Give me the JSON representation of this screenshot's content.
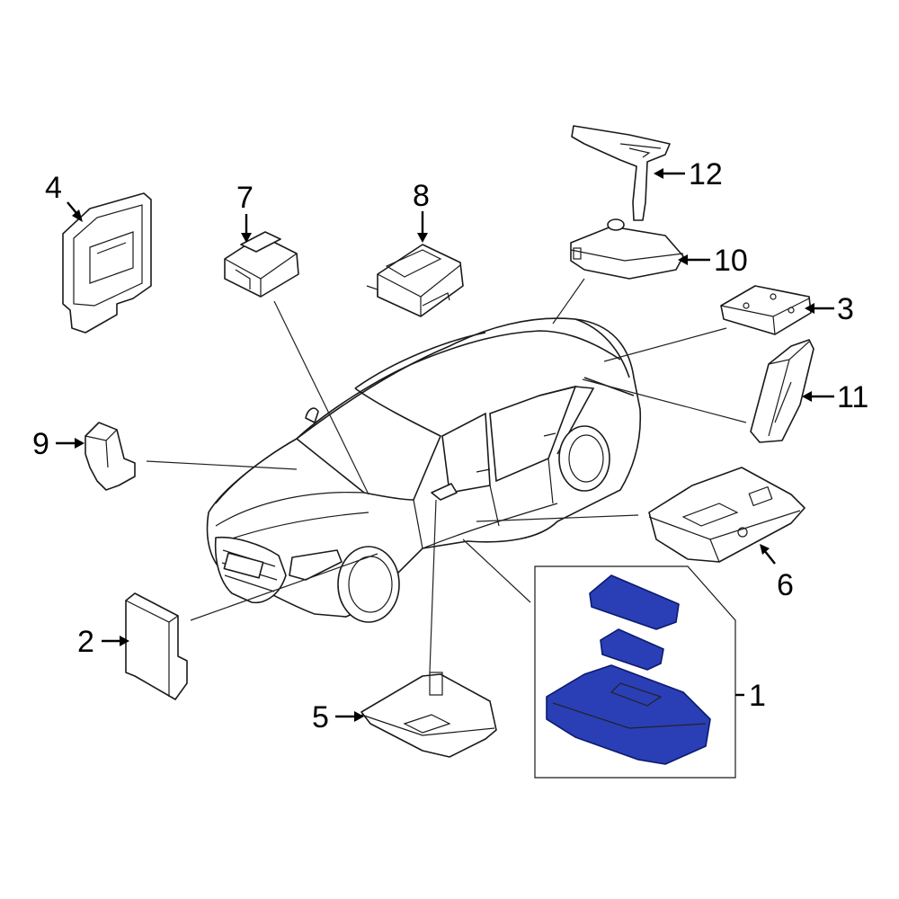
{
  "diagram": {
    "colors": {
      "line": "#1a1a1a",
      "highlight_fill": "#2a3fb5",
      "highlight_stroke": "#0b1a6e",
      "background": "#ffffff"
    },
    "callouts": {
      "c1": "1",
      "c2": "2",
      "c3": "3",
      "c4": "4",
      "c5": "5",
      "c6": "6",
      "c7": "7",
      "c8": "8",
      "c9": "9",
      "c10": "10",
      "c11": "11",
      "c12": "12"
    }
  }
}
